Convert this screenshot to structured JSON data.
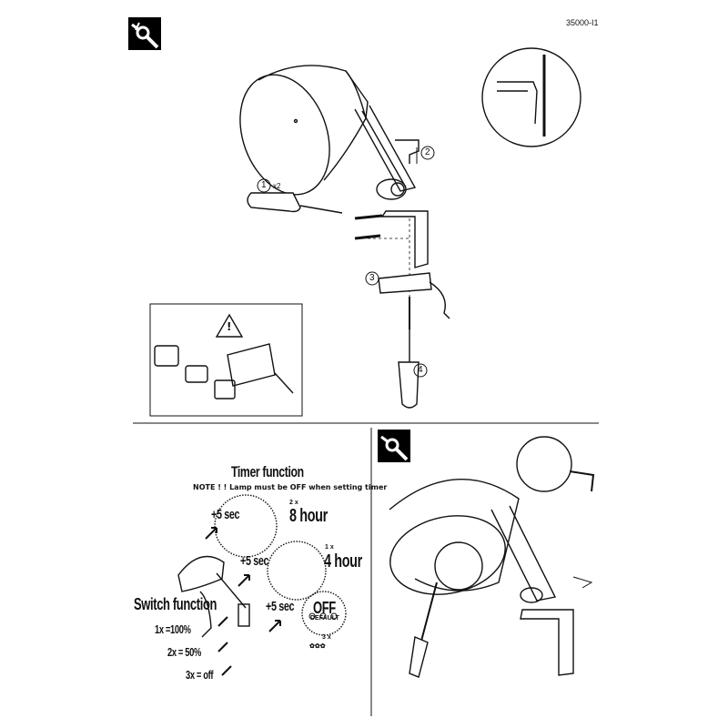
{
  "header": {
    "doc_code": "35000-I1"
  },
  "steps": {
    "s1": "1",
    "s1_multiplier": "x2",
    "s2": "2",
    "s3": "3",
    "s4": "4"
  },
  "timer": {
    "title": "Timer function",
    "note": "NOTE ! ! Lamp must be OFF when setting timer",
    "plus5_1": "+5 sec",
    "plus5_2": "+5 sec",
    "plus5_3": "+5 sec",
    "press_2x": "2 x",
    "hours_8": "8 hour",
    "press_1x": "1 x",
    "hours_4": "4 hour",
    "off": "OFF",
    "default": "DEFAULT",
    "press_3x": "3 x"
  },
  "switch": {
    "title": "Switch function",
    "levels": [
      "1x =100%",
      "2x = 50%",
      "3x = off"
    ]
  }
}
